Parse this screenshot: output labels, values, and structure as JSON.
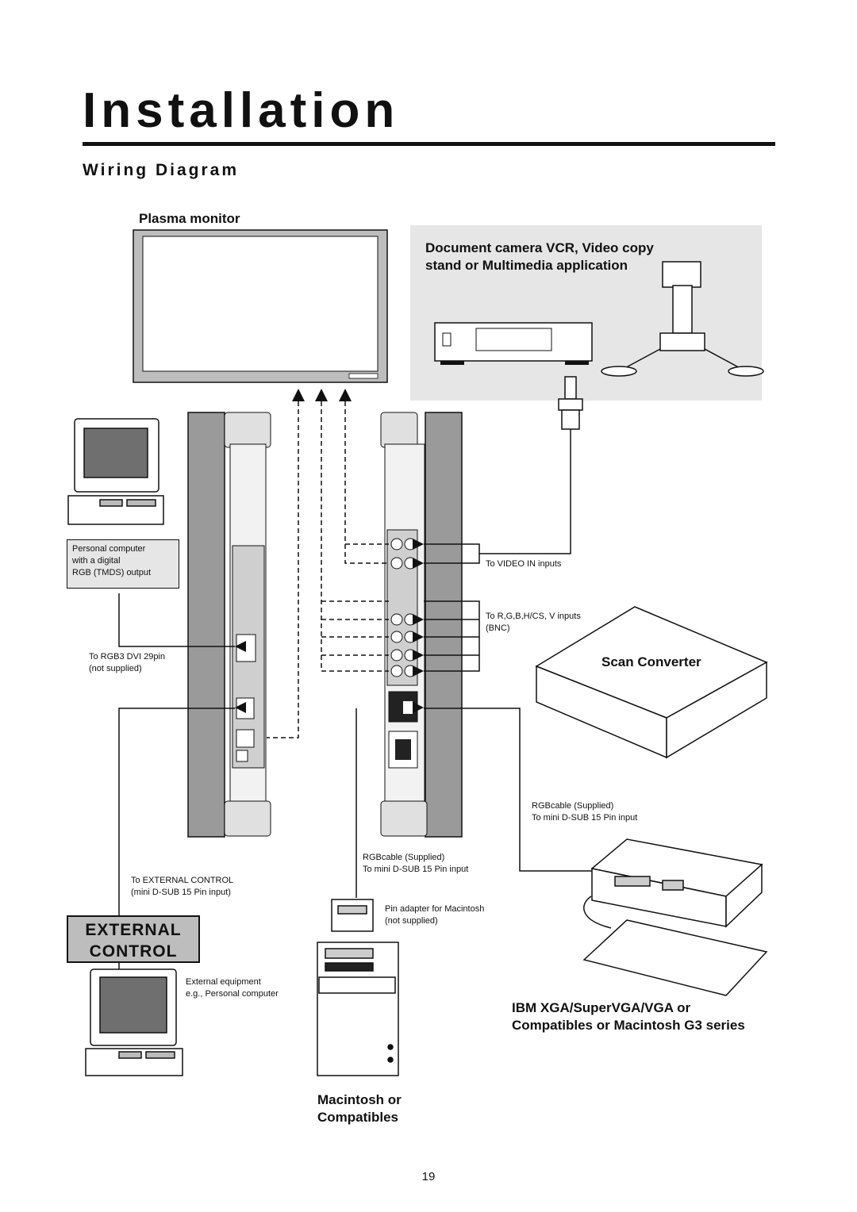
{
  "page": {
    "title": "Installation",
    "subtitle": "Wiring Diagram",
    "page_number": "19"
  },
  "labels": {
    "plasma_monitor": "Plasma monitor",
    "document_camera_line1": "Document camera VCR, Video copy",
    "document_camera_line2": "stand or Multimedia application",
    "pc_digital_line1": "Personal  computer",
    "pc_digital_line2": "with a digital",
    "pc_digital_line3": "RGB (TMDS) output",
    "to_video_in": "To VIDEO IN inputs",
    "to_rgb_line1": "To R,G,B,H/CS, V inputs",
    "to_rgb_line2": "(BNC)",
    "scan_converter": "Scan Converter",
    "to_dvi_line1": "To RGB3 DVI 29pin",
    "to_dvi_line2": "(not supplied)",
    "rgbcable_right_line1": "RGBcable (Supplied)",
    "rgbcable_right_line2": "To mini D-SUB 15 Pin input",
    "rgbcable_center_line1": "RGBcable (Supplied)",
    "rgbcable_center_line2": "To mini D-SUB 15 Pin input",
    "to_external_line1": "To EXTERNAL CONTROL",
    "to_external_line2": "(mini D-SUB 15 Pin input)",
    "pin_adapter_line1": "Pin adapter for Macintosh",
    "pin_adapter_line2": "(not supplied)",
    "external_control_line1": "EXTERNAL",
    "external_control_line2": "CONTROL",
    "external_equipment_line1": "External equipment",
    "external_equipment_line2": "e.g., Personal computer",
    "ibm_line1": "IBM XGA/SuperVGA/VGA or",
    "ibm_line2": "Compatibles or Macintosh G3 series",
    "mac_line1": "Macintosh or",
    "mac_line2": "Compatibles"
  },
  "colors": {
    "shaded_background": "#e6e6e6",
    "panel_gray": "#9a9a9a",
    "line": "#111111"
  }
}
